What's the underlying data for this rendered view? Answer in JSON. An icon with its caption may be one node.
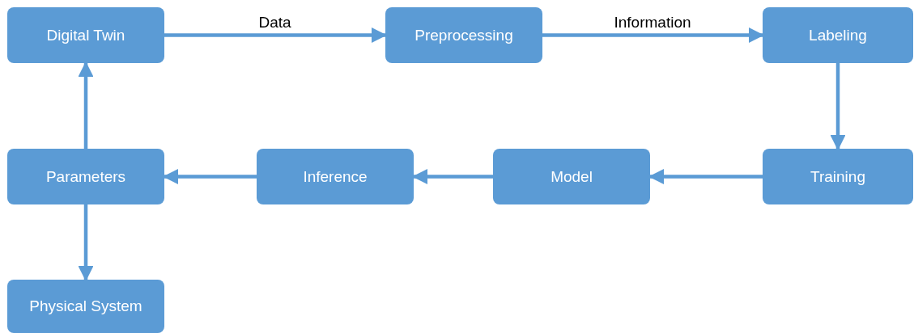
{
  "diagram": {
    "nodes": [
      {
        "text": [
          "Digital Twin"
        ]
      },
      {
        "text": [
          "Preprocessing"
        ]
      },
      {
        "text": [
          "Labeling"
        ]
      },
      {
        "text": [
          "Training"
        ]
      },
      {
        "text": [
          "Model"
        ]
      },
      {
        "text": [
          "Inference"
        ]
      },
      {
        "text": [
          "Parameters"
        ]
      },
      {
        "text": [
          "Physical System"
        ]
      }
    ],
    "edges": [
      {
        "from": 0,
        "to": 1,
        "arrow": "to",
        "label": "Data"
      },
      {
        "from": 1,
        "to": 2,
        "arrow": "to",
        "label": "Information"
      },
      {
        "from": 2,
        "to": 3,
        "arrow": "to"
      },
      {
        "from": 3,
        "to": 4,
        "arrow": "to"
      },
      {
        "from": 4,
        "to": 5,
        "arrow": "to"
      },
      {
        "from": 5,
        "to": 6,
        "arrow": "to"
      },
      {
        "from": 6,
        "to": 0,
        "arrow": "to"
      },
      {
        "from": 6,
        "to": 7,
        "arrow": "to"
      }
    ]
  }
}
